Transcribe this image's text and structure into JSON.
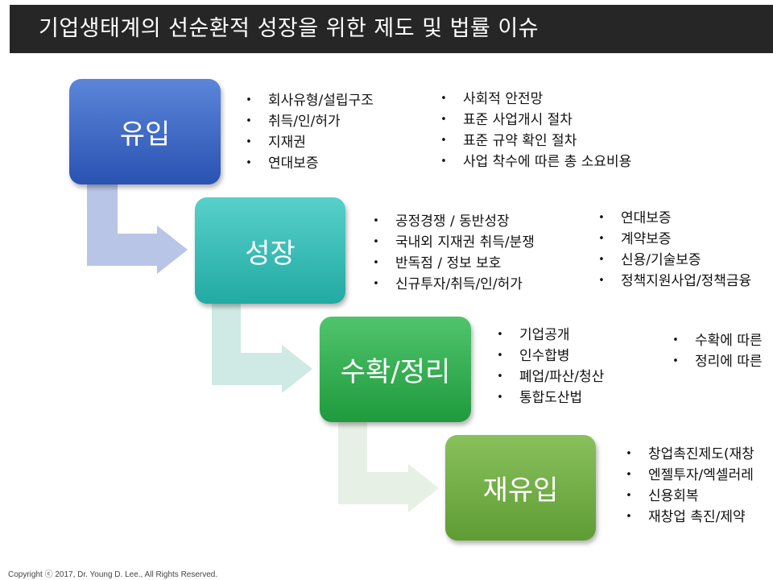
{
  "title": "기업생태계의 선순환적 성장을 위한 제도 및 법률 이슈",
  "stages": [
    {
      "label": "유입"
    },
    {
      "label": "성장"
    },
    {
      "label": "수확/정리"
    },
    {
      "label": "재유입"
    }
  ],
  "lists": {
    "entry_a": [
      "회사유형/설립구조",
      "취득/인/허가",
      "지재권",
      "연대보증"
    ],
    "entry_b": [
      "사회적 안전망",
      "표준 사업개시 절차",
      "표준 규약 확인 절차",
      "사업 착수에 따른 총 소요비용"
    ],
    "growth_a": [
      "공정경쟁 / 동반성장",
      "국내외 지재권 취득/분쟁",
      "반독점 / 정보 보호",
      "신규투자/취득/인/허가"
    ],
    "growth_b": [
      "연대보증",
      "계약보증",
      "신용/기술보증",
      "정책지원사업/정책금융"
    ],
    "exit_a": [
      "기업공개",
      "인수합병",
      "폐업/파산/청산",
      "통합도산법"
    ],
    "exit_b": [
      "수확에 따른",
      "정리에 따른"
    ],
    "reentry_a": [
      "창업촉진제도(재창",
      "엔젤투자/엑셀러레",
      "신용회복",
      "재창업 촉진/제약"
    ]
  },
  "bullet": "•",
  "arrow_colors": [
    "#b8c5e6",
    "#cfe9e4",
    "#e6f0e4"
  ],
  "copyright": "Copyright ⓒ 2017, Dr. Young D. Lee., All Rights Reserved."
}
